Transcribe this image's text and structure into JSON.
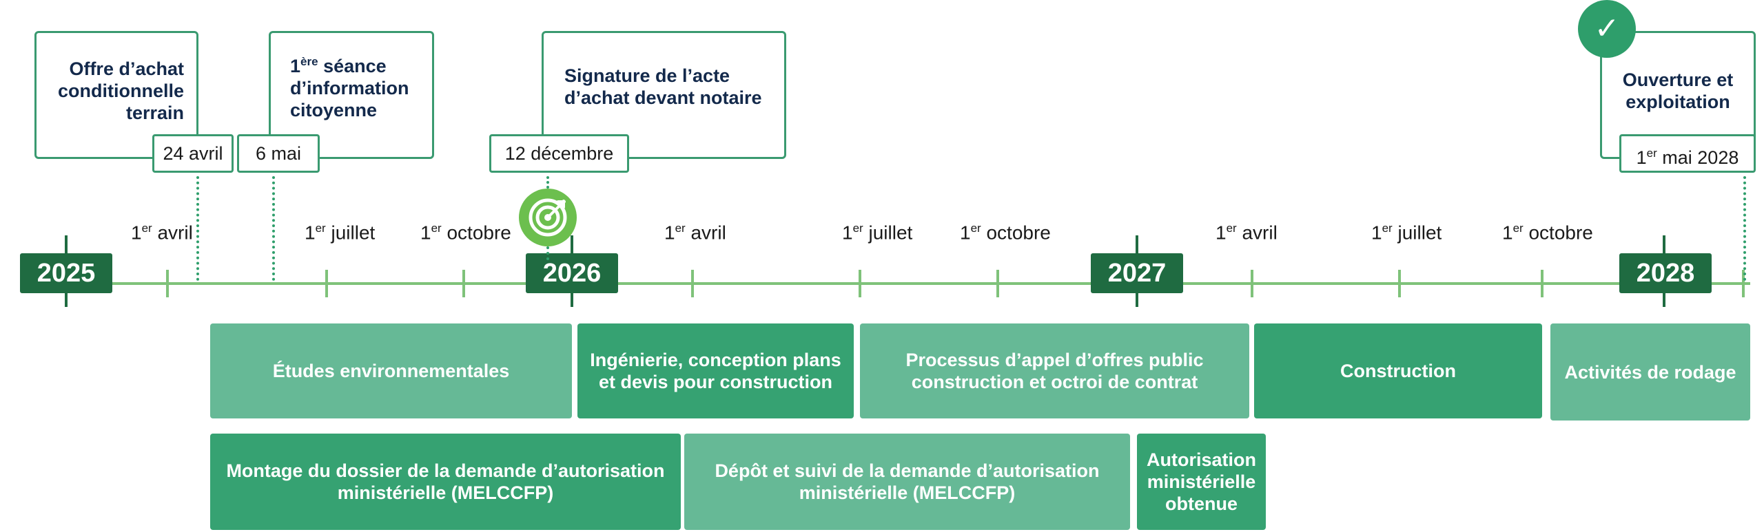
{
  "years": [
    "2025",
    "2026",
    "2027",
    "2028"
  ],
  "quarters": {
    "ord": "er",
    "prefix": "1",
    "avril": "avril",
    "juillet": "juillet",
    "octobre": "octobre"
  },
  "milestones": {
    "m1": {
      "line1": "Offre d’achat",
      "line2": "conditionnelle",
      "line3": "terrain",
      "date": "24 avril"
    },
    "m2": {
      "num": "1",
      "sup": "ère",
      "line1": " séance",
      "line2": "d’information",
      "line3": "citoyenne",
      "date": "6 mai"
    },
    "m3": {
      "line1": "Signature de l’acte",
      "line2": "d’achat devant notaire",
      "date": "12 décembre"
    },
    "m4": {
      "line1": "Ouverture et",
      "line2": "exploitation",
      "date_num": "1",
      "date_sup": "er",
      "date_rest": " mai 2028"
    }
  },
  "phases_top": {
    "p1": "Études environnementales",
    "p2": "Ingénierie, conception plans et devis pour construction",
    "p3": "Processus d’appel d’offres public construction et octroi de contrat",
    "p4": "Construction",
    "p5": "Activités de rodage"
  },
  "phases_bottom": {
    "p1": "Montage du dossier de la demande d’autorisation ministérielle (MELCCFP)",
    "p2": "Dépôt et suivi de la demande d’autorisation ministérielle (MELCCFP)",
    "p3": "Autorisation ministérielle obtenue"
  },
  "icons": {
    "target": "target-icon",
    "check": "check-icon",
    "check_glyph": "✓"
  },
  "colors": {
    "dark_green": "#1f6b41",
    "phase_light": "#66b996",
    "phase_dark": "#36a272",
    "axis": "#7fc27a"
  }
}
